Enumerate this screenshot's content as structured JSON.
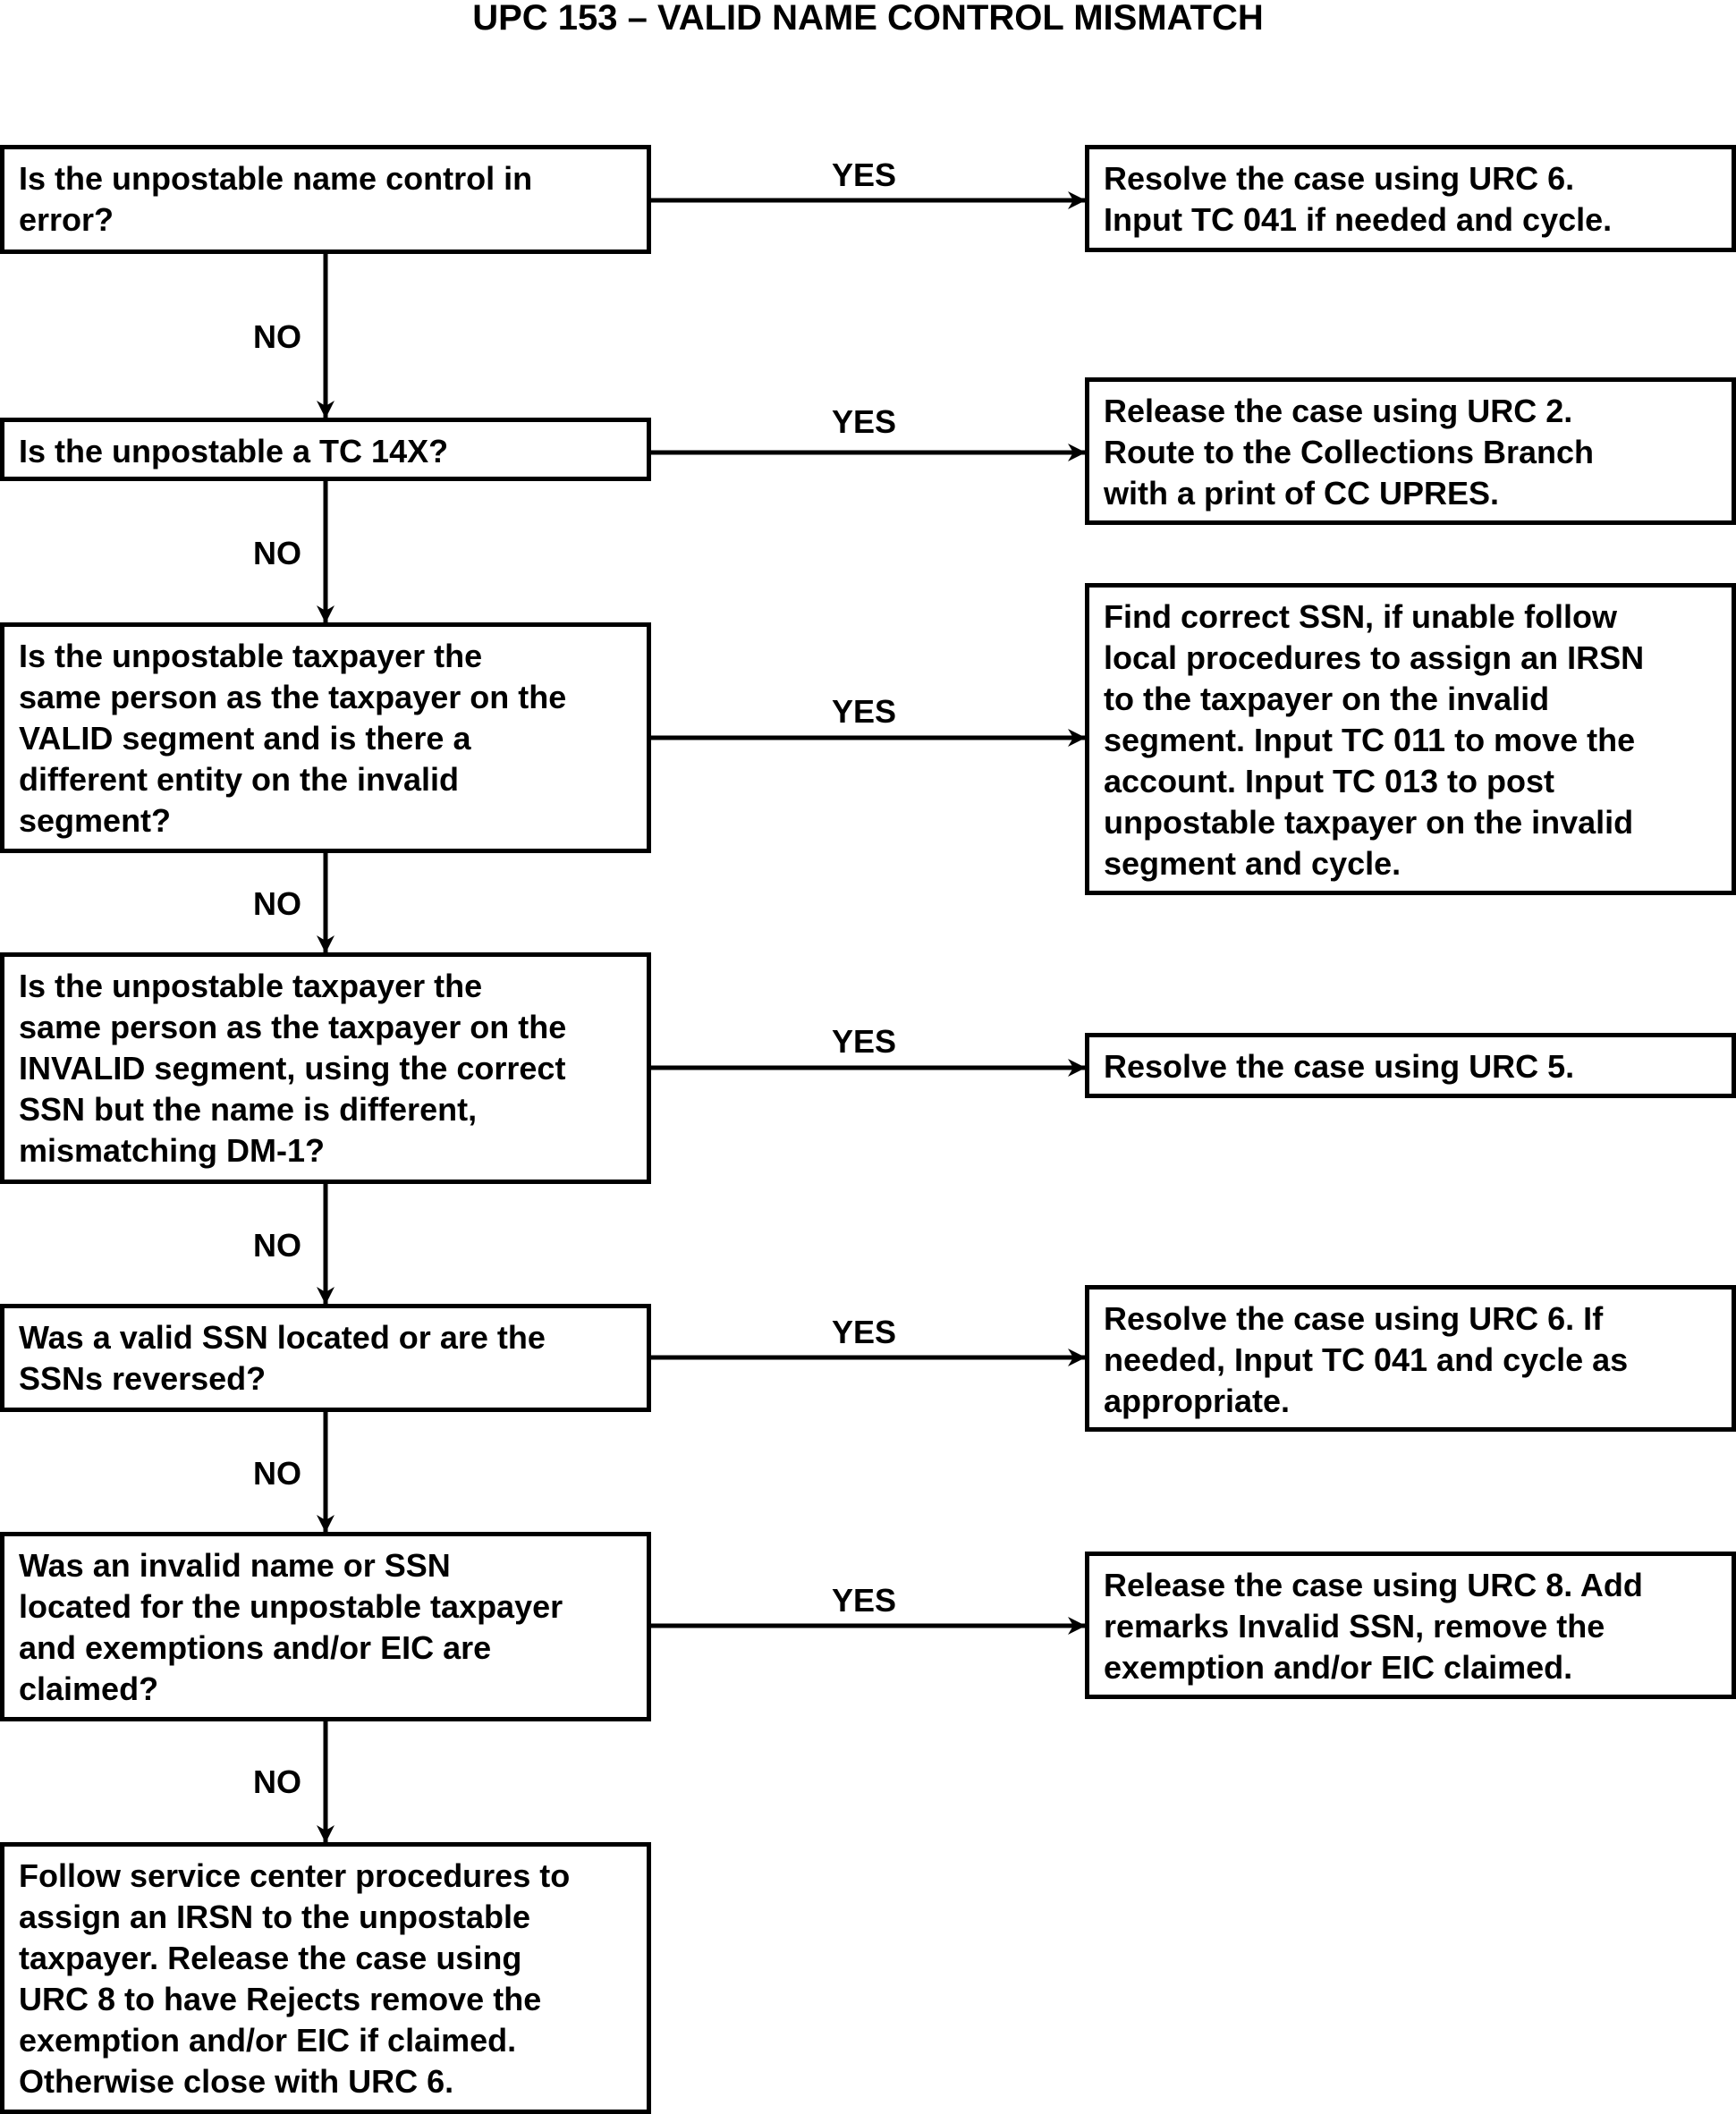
{
  "title": "UPC 153 – VALID NAME CONTROL MISMATCH",
  "labels": {
    "yes": "YES",
    "no": "NO"
  },
  "decisions": [
    {
      "id": "q1",
      "text": "Is the unpostable name control in\nerror?"
    },
    {
      "id": "q2",
      "text": "Is the unpostable a TC 14X?"
    },
    {
      "id": "q3",
      "text": "Is the unpostable taxpayer the\nsame person as the taxpayer on the\nVALID segment and is there a\ndifferent entity on the invalid\nsegment?"
    },
    {
      "id": "q4",
      "text": "Is the unpostable taxpayer the\nsame person as the taxpayer on the\nINVALID segment, using the correct\nSSN but the name is different,\nmismatching DM-1?"
    },
    {
      "id": "q5",
      "text": "Was a valid SSN located or are the\nSSNs reversed?"
    },
    {
      "id": "q6",
      "text": "Was an invalid name or SSN\nlocated for the unpostable taxpayer\nand exemptions and/or EIC are\nclaimed?"
    }
  ],
  "actions": [
    {
      "id": "a1",
      "text": "Resolve the case using URC 6.\nInput TC 041 if needed and cycle."
    },
    {
      "id": "a2",
      "text": "Release the case using URC 2.\nRoute to the Collections Branch\nwith a print of CC UPRES."
    },
    {
      "id": "a3",
      "text": "Find correct SSN, if unable follow\nlocal procedures to assign an IRSN\nto the taxpayer on the invalid\nsegment. Input TC 011 to move the\naccount.  Input TC 013 to post\nunpostable taxpayer on the invalid\nsegment and cycle."
    },
    {
      "id": "a4",
      "text": "Resolve the case using URC 5."
    },
    {
      "id": "a5",
      "text": "Resolve the case using URC 6. If\nneeded, Input TC 041 and cycle as\nappropriate."
    },
    {
      "id": "a6",
      "text": "Release the case using URC 8. Add\nremarks Invalid SSN, remove the\nexemption and/or EIC claimed."
    }
  ],
  "final": {
    "text": "Follow service center procedures to\nassign an IRSN to the unpostable\ntaxpayer.  Release the case using\nURC 8 to have Rejects remove the\nexemption and/or EIC if claimed.\nOtherwise close with URC 6."
  }
}
